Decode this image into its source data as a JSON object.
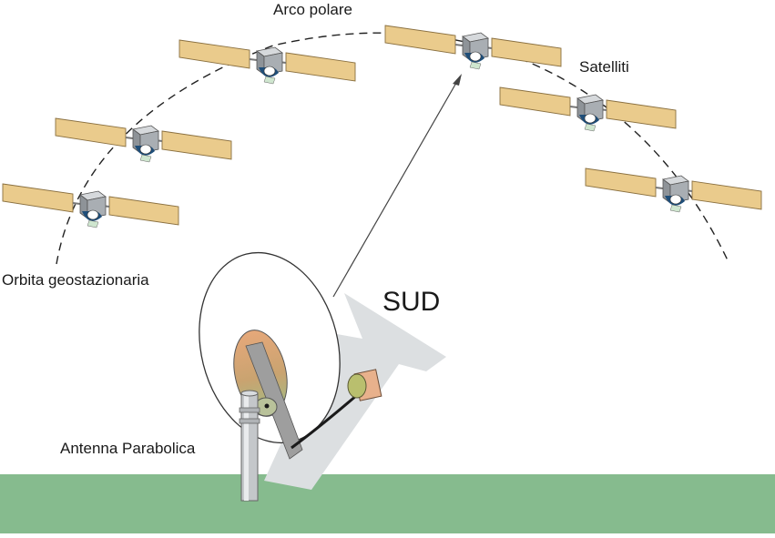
{
  "labels": {
    "polar_arc": "Arco polare",
    "satellites": "Satelliti",
    "geo_orbit": "Orbita geostazionaria",
    "south": "SUD",
    "antenna": "Antenna Parabolica"
  },
  "satellites": [
    {
      "id": "sat-1"
    },
    {
      "id": "sat-2"
    },
    {
      "id": "sat-3"
    },
    {
      "id": "sat-4"
    },
    {
      "id": "sat-5"
    },
    {
      "id": "sat-6"
    }
  ],
  "colors": {
    "ground": "#86bb8e",
    "solar_panel": "#eacb8c",
    "solar_panel_stroke": "#8a7040",
    "satellite_body": "#a9aeb3",
    "satellite_dark": "#1f4e79",
    "arrow": "#dcdfe1",
    "orbit": "#222222"
  },
  "icons": {
    "satellite": "satellite-icon",
    "dish": "dish-antenna-icon",
    "arrow": "south-arrow-icon"
  }
}
